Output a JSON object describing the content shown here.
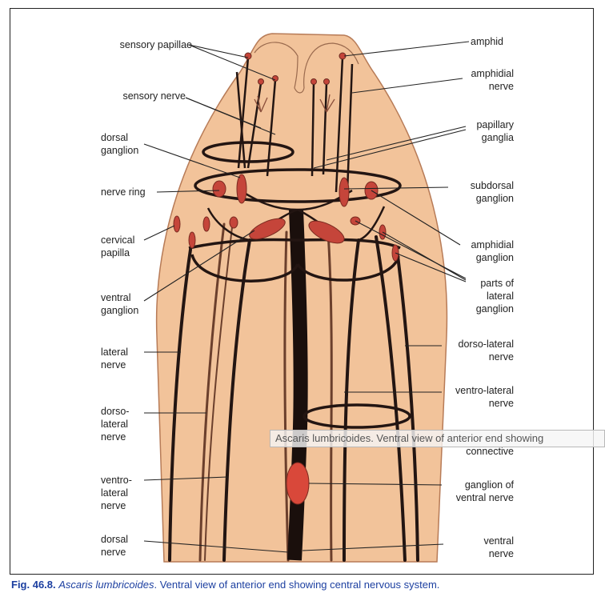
{
  "labels": {
    "sensory_papillae": "sensory papillae",
    "sensory_nerve": "sensory nerve",
    "dorsal_ganglion": "dorsal\nganglion",
    "nerve_ring": "nerve ring",
    "cervical_papilla": "cervical\npapilla",
    "ventral_ganglion": "ventral\nganglion",
    "lateral_nerve": "lateral\nnerve",
    "dorso_lateral_nerve_left": "dorso-\nlateral\nnerve",
    "ventro_lateral_nerve_left": "ventro-\nlateral\nnerve",
    "dorsal_nerve": "dorsal\nnerve",
    "amphid": "amphid",
    "amphidial_nerve": "amphidial\nnerve",
    "papillary_ganglia": "papillary\nganglia",
    "subdorsal_ganglion": "subdorsal\nganglion",
    "amphidial_ganglion": "amphidial\nganglion",
    "parts_of_lateral_ganglion": "parts of\nlateral\nganglion",
    "dorso_lateral_nerve_right": "dorso-lateral\nnerve",
    "ventro_lateral_nerve_right": "ventro-lateral\nnerve",
    "connective": "connective",
    "ganglion_of_ventral_nerve": "ganglion of\nventral nerve",
    "ventral_nerve": "ventral\nnerve"
  },
  "caption": {
    "fig": "Fig. 46.8.",
    "species": "Ascaris lumbricoides",
    "text": ". Ventral view of anterior end showing central nervous system."
  },
  "tooltip": {
    "text": "Ascaris lumbricoides. Ventral view of anterior end showing"
  },
  "colors": {
    "body": "#f2c39a",
    "nerve": "#231512",
    "ganglion": "#c5453a",
    "caption": "#1c3fa0"
  }
}
